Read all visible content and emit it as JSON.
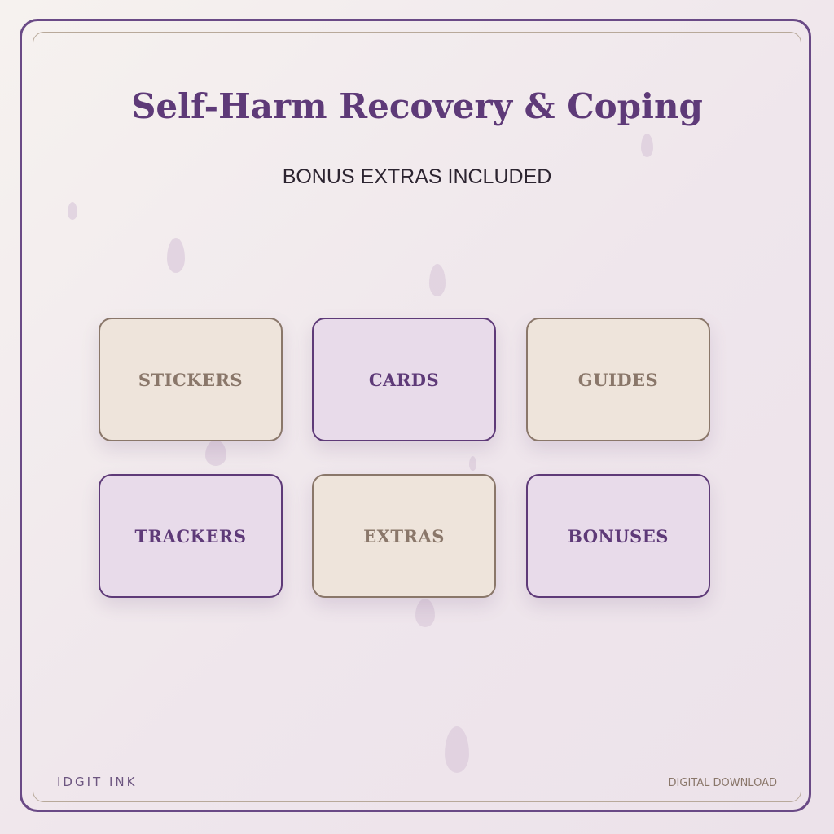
{
  "page": {
    "title": "Self-Harm Recovery & Coping",
    "subtitle": "BONUS EXTRAS INCLUDED"
  },
  "cards": [
    {
      "label": "STICKERS",
      "style": "beige"
    },
    {
      "label": "CARDS",
      "style": "purple"
    },
    {
      "label": "GUIDES",
      "style": "beige"
    },
    {
      "label": "TRACKERS",
      "style": "purple"
    },
    {
      "label": "EXTRAS",
      "style": "beige"
    },
    {
      "label": "BONUSES",
      "style": "purple"
    }
  ],
  "footer": {
    "brand": "IDGIT INK",
    "download_label": "DIGITAL DOWNLOAD"
  },
  "colors": {
    "accent_purple": "#5e3a78",
    "card_beige": "#eee4db",
    "card_lavender": "#e8dbea",
    "taupe": "#8a776a"
  }
}
